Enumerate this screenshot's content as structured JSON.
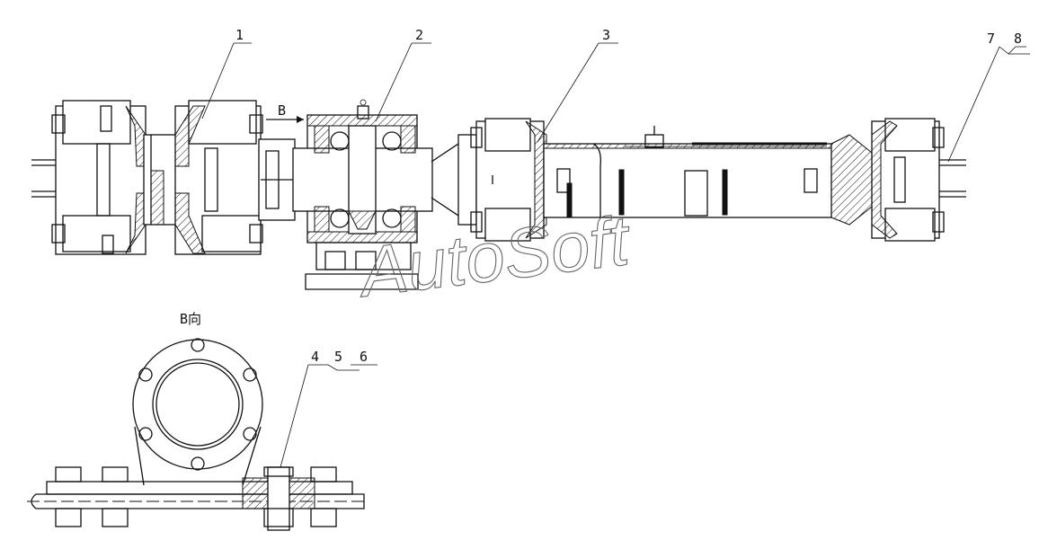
{
  "callouts": {
    "c1": "1",
    "c2": "2",
    "c3": "3",
    "c4": "4",
    "c5": "5",
    "c6": "6",
    "c7": "7",
    "c8": "8"
  },
  "view_arrow_label": "B",
  "view_title": "B向",
  "watermark": "AutoSoft"
}
